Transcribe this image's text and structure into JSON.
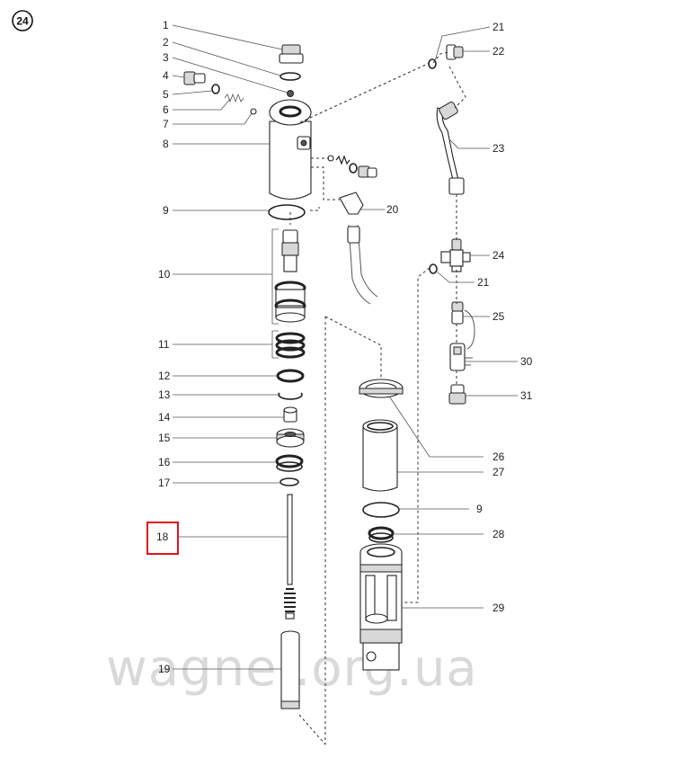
{
  "figure_number": "24",
  "highlighted_callout": "18",
  "highlight_color": "#e0141b",
  "watermark": "wagner.org.ua",
  "callouts": {
    "c1": "1",
    "c2": "2",
    "c3": "3",
    "c4": "4",
    "c5": "5",
    "c6": "6",
    "c7": "7",
    "c8": "8",
    "c9": "9",
    "c10": "10",
    "c11": "11",
    "c12": "12",
    "c13": "13",
    "c14": "14",
    "c15": "15",
    "c16": "16",
    "c17": "17",
    "c18": "18",
    "c19": "19",
    "c20": "20",
    "c21a": "21",
    "c22": "22",
    "c23": "23",
    "c24": "24",
    "c21b": "21",
    "c25": "25",
    "c30": "30",
    "c31": "31",
    "c26": "26",
    "c27": "27",
    "c9b": "9",
    "c28": "28",
    "c29": "29"
  }
}
